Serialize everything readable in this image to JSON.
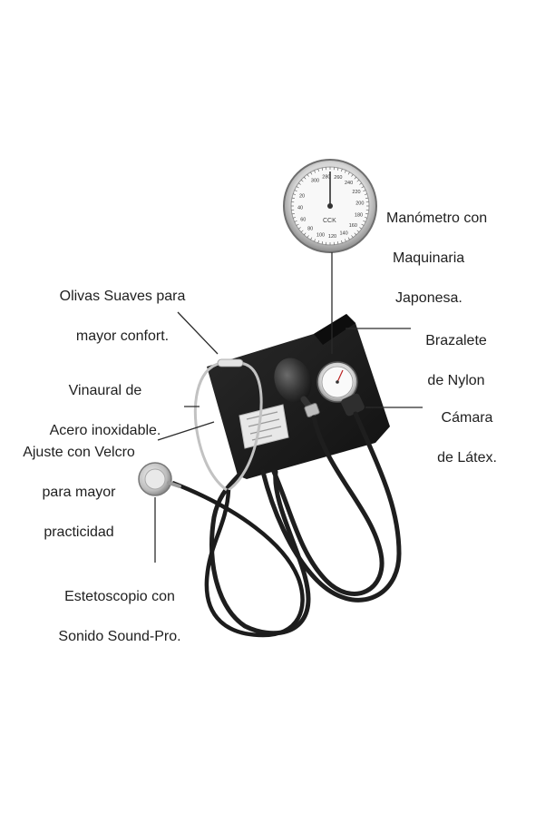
{
  "labels": {
    "manometer": [
      "Manómetro con",
      "Maquinaria",
      "Japonesa."
    ],
    "eartips": [
      "Olivas Suaves para",
      "mayor confort."
    ],
    "cuff": [
      "Brazalete",
      "de Nylon"
    ],
    "binaural": [
      "Vinaural de",
      "Acero inoxidable."
    ],
    "bladder": [
      "Cámara",
      "de Látex."
    ],
    "velcro": [
      "Ajuste con Velcro",
      "para mayor",
      "practicidad"
    ],
    "chestpiece": [
      "Estetoscopio con",
      "Sonido Sound-Pro."
    ]
  },
  "gauge_dial": {
    "brand": "CCK",
    "numbers": [
      "300",
      "280",
      "260",
      "240",
      "220",
      "200",
      "180",
      "160",
      "140",
      "120",
      "100",
      "80",
      "60",
      "40",
      "20"
    ]
  },
  "colors": {
    "line": "#2b2b2b",
    "cuff": "#1b1b1b",
    "tube": "#222222",
    "metal": "#c9c9c9",
    "background": "#ffffff"
  }
}
